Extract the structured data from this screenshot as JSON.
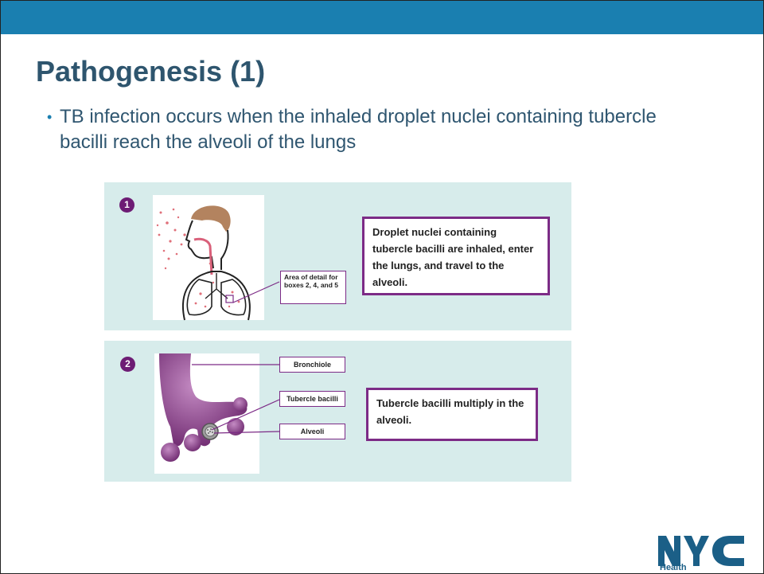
{
  "slide": {
    "title": "Pathogenesis (1)",
    "bullet": "TB infection occurs when the inhaled droplet nuclei containing tubercle bacilli reach the alveoli of the lungs"
  },
  "figure": {
    "panel1": {
      "step": "1",
      "callout": "Droplet nuclei containing tubercle bacilli are inhaled, enter the lungs, and travel to the alveoli.",
      "detail_label": "Area of detail for boxes 2, 4, and 5"
    },
    "panel2": {
      "step": "2",
      "callout": "Tubercle bacilli multiply in the alveoli.",
      "labels": {
        "bronchiole": "Bronchiole",
        "tubercle_bacilli": "Tubercle bacilli",
        "alveoli": "Alveoli"
      }
    }
  },
  "logo": {
    "name": "NYC",
    "subtitle": "Health"
  },
  "colors": {
    "topbar": "#1a7fb0",
    "title": "#2e556e",
    "panel_bg": "#d7eceb",
    "accent_purple": "#7c2b86",
    "logo_blue": "#1b5f87"
  }
}
